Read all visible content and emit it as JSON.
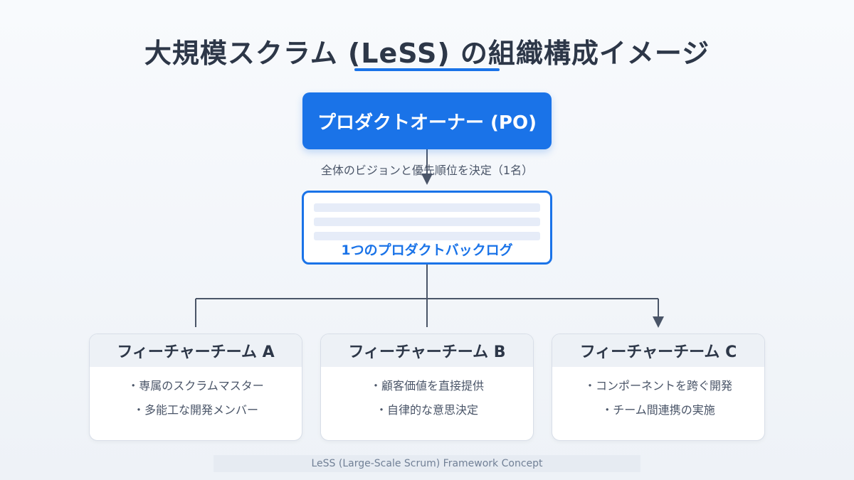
{
  "title": "大規模スクラム (LeSS) の組織構成イメージ",
  "product_owner": {
    "label": "プロダクトオーナー (PO)",
    "caption": "全体のビジョンと優先順位を決定（1名）"
  },
  "backlog": {
    "label": "1つのプロダクトバックログ"
  },
  "teams": [
    {
      "name": "フィーチャーチーム A",
      "items": [
        "・専属のスクラムマスター",
        "・多能工な開発メンバー"
      ]
    },
    {
      "name": "フィーチャーチーム B",
      "items": [
        "・顧客価値を直接提供",
        "・自律的な意思決定"
      ]
    },
    {
      "name": "フィーチャーチーム C",
      "items": [
        "・コンポーネントを跨ぐ開発",
        "・チーム間連携の実施"
      ]
    }
  ],
  "footer": "LeSS (Large-Scale Scrum) Framework Concept",
  "colors": {
    "accent": "#1a73e8",
    "connector": "#4a5568",
    "text": "#2d3748"
  }
}
